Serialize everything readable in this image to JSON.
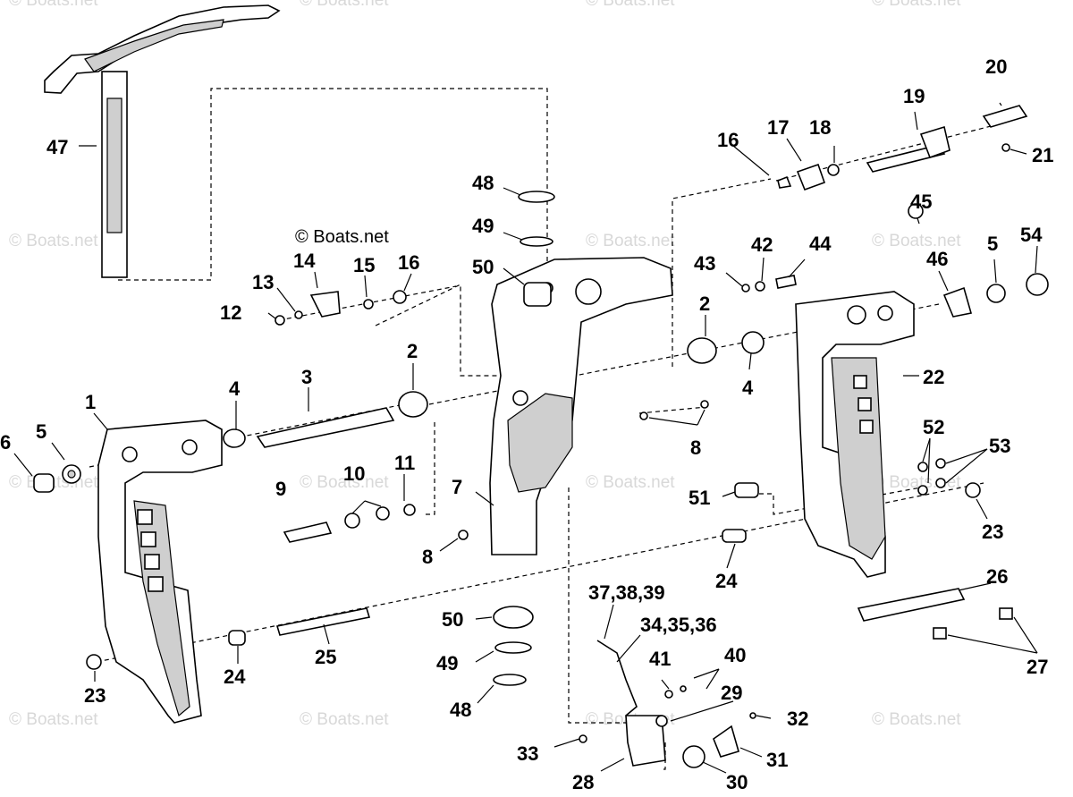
{
  "diagram": {
    "credit": "© Boats.net",
    "watermark": "© Boats.net",
    "callouts": {
      "c1": "1",
      "c2a": "2",
      "c2b": "2",
      "c3": "3",
      "c4a": "4",
      "c4b": "4",
      "c5a": "5",
      "c5b": "5",
      "c6": "6",
      "c7": "7",
      "c8a": "8",
      "c8b": "8",
      "c9": "9",
      "c10": "10",
      "c11": "11",
      "c12": "12",
      "c13": "13",
      "c14": "14",
      "c15": "15",
      "c16a": "16",
      "c16b": "16",
      "c17": "17",
      "c18": "18",
      "c19": "19",
      "c20": "20",
      "c21": "21",
      "c22": "22",
      "c23a": "23",
      "c23b": "23",
      "c24a": "24",
      "c24b": "24",
      "c25": "25",
      "c26": "26",
      "c27": "27",
      "c28": "28",
      "c29": "29",
      "c30": "30",
      "c31": "31",
      "c32": "32",
      "c33": "33",
      "c34": "34,35,36",
      "c37": "37,38,39",
      "c40": "40",
      "c41": "41",
      "c42": "42",
      "c43": "43",
      "c44": "44",
      "c45": "45",
      "c46": "46",
      "c47": "47",
      "c48a": "48",
      "c48b": "48",
      "c49a": "49",
      "c49b": "49",
      "c50a": "50",
      "c50b": "50",
      "c51": "51",
      "c52": "52",
      "c53": "53",
      "c54": "54"
    }
  }
}
